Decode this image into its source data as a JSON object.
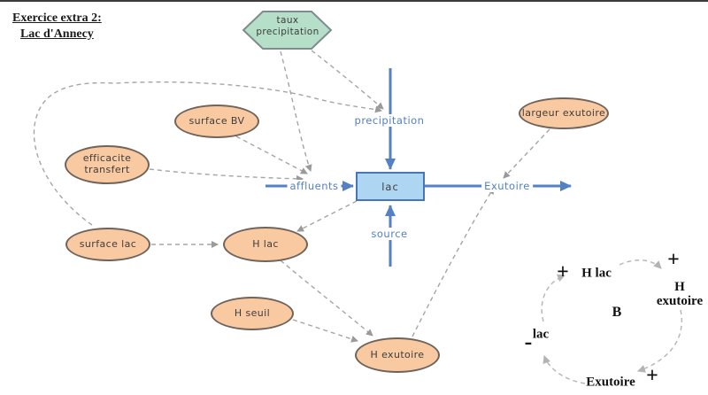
{
  "title": {
    "line1": "Exercice extra 2:",
    "line2": "Lac d'Annecy"
  },
  "model": {
    "hexagon": {
      "line1": "taux",
      "line2": "precipitation"
    },
    "stock": {
      "label": "lac"
    },
    "variables": {
      "surface_bv": {
        "label": "surface BV"
      },
      "efficacite_transfert": {
        "line1": "efficacite",
        "line2": "transfert"
      },
      "surface_lac": {
        "label": "surface lac"
      },
      "h_lac": {
        "label": "H lac"
      },
      "h_seuil": {
        "label": "H seuil"
      },
      "h_exutoire": {
        "label": "H exutoire"
      },
      "largeur_exutoire": {
        "label": "largeur exutoire"
      }
    },
    "flows": {
      "precipitation": {
        "label": "precipitation"
      },
      "affluents": {
        "label": "affluents"
      },
      "exutoire": {
        "label": "Exutoire"
      },
      "source": {
        "label": "source"
      }
    }
  },
  "loop_diagram": {
    "loop_label": "B",
    "nodes": {
      "h_lac": {
        "label": "H lac",
        "sign": "+"
      },
      "h_exutoire": {
        "line1": "H",
        "line2": "exutoire",
        "sign": "+"
      },
      "exutoire": {
        "label": "Exutoire",
        "sign": "+"
      },
      "lac": {
        "label": "lac",
        "sign": "-"
      }
    }
  },
  "colors": {
    "variable_fill": "#f9caa2",
    "variable_border": "#70635a",
    "hexagon_fill": "#b5dfc8",
    "hexagon_border": "#7f8c8d",
    "stock_fill": "#aed5f2",
    "stock_border": "#4a74b8",
    "flow_blue": "#5580c2",
    "connector_gray": "#a3a3a3"
  }
}
